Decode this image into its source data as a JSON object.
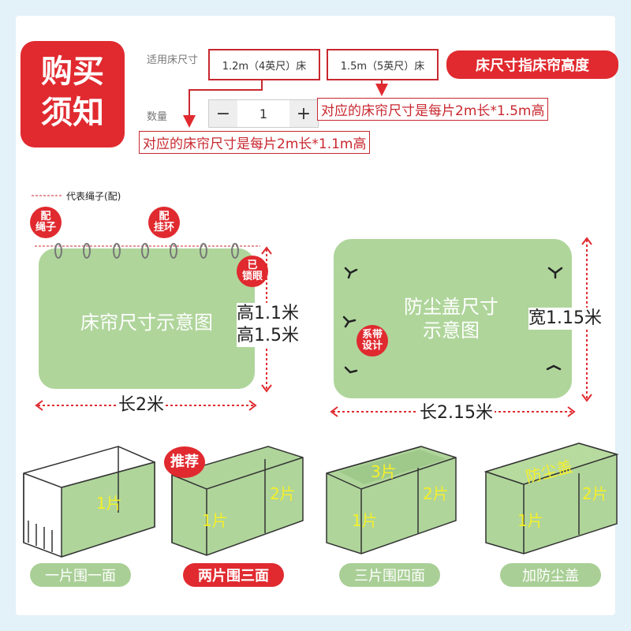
{
  "purchase_notice": {
    "line1": "购买",
    "line2": "须知"
  },
  "size_label": "适用床尺寸",
  "size_options": [
    {
      "label": "1.2m（4英尺）床"
    },
    {
      "label": "1.5m（5英尺）床"
    }
  ],
  "size_hint": "床尺寸指床帘高度",
  "quantity": {
    "label": "数量",
    "value": "1",
    "minus": "−",
    "plus": "+"
  },
  "notes": {
    "size_15": "对应的床帘尺寸是每片2m长*1.5m高",
    "size_12": "对应的床帘尺寸是每片2m长*1.1m高"
  },
  "legend": {
    "rope": "代表绳子(配)"
  },
  "curtain_diagram": {
    "title_line1": "床帘尺寸示意图",
    "badge_rope": {
      "l1": "配",
      "l2": "绳子"
    },
    "badge_ring": {
      "l1": "配",
      "l2": "挂环"
    },
    "badge_eyelet": {
      "l1": "已",
      "l2": "锁眼"
    },
    "height1": "高1.1米",
    "height2": "高1.5米",
    "length": "长2米"
  },
  "cover_diagram": {
    "title_line1": "防尘盖尺寸",
    "title_line2": "示意图",
    "badge_tie": {
      "l1": "系带",
      "l2": "设计"
    },
    "width": "宽1.15米",
    "length": "长2.15米"
  },
  "configs": [
    {
      "label": "一片围一面",
      "panels": [
        "1片"
      ]
    },
    {
      "label": "两片围三面",
      "panels": [
        "1片",
        "2片"
      ],
      "badge": "推荐"
    },
    {
      "label": "三片围四面",
      "panels": [
        "1片",
        "2片",
        "3片"
      ]
    },
    {
      "label": "加防尘盖",
      "panels": [
        "1片",
        "2片"
      ],
      "top": "防尘盖"
    }
  ],
  "colors": {
    "accent": "#e02a2f",
    "panel": "#afd59b",
    "yellow": "#f5ef2a"
  }
}
